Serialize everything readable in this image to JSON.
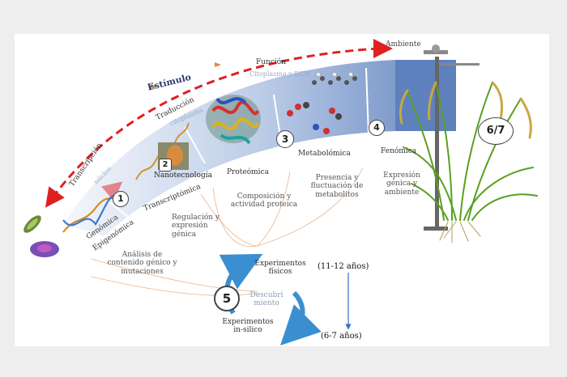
{
  "labels": {
    "ambiente": "Ambiente",
    "estimulo": "Estímulo",
    "funcion": "Función",
    "citoplasma_ecm": "Citoplasma y ECM",
    "traduccion": "Traducción",
    "citoplasma": "citoplasma",
    "transcripcion": "Transcripción",
    "nucleo": "núcleo",
    "nanotecnologia": "Nanotecnología",
    "transcriptomica": "Transcriptómica",
    "genomica": "Genómica",
    "epigenomica": "Epigenómica",
    "proteomica": "Proteómica",
    "metabolomica": "Metabolómica",
    "fenomica": "Fenómica",
    "desc_genomica_1": "Análisis de",
    "desc_genomica_2": "contenido génico y",
    "desc_genomica_3": "mutaciones",
    "desc_transcript_1": "Regulación y",
    "desc_transcript_2": "expresión",
    "desc_transcript_3": "génica",
    "desc_proteo_1": "Composición y",
    "desc_proteo_2": "actividad proteica",
    "desc_metab_1": "Presencia y",
    "desc_metab_2": "fluctuación de",
    "desc_metab_3": "metabolitos",
    "desc_feno_1": "Expresión",
    "desc_feno_2": "génica y",
    "desc_feno_3": "ambiente",
    "exp_fisicos_1": "Experimentos",
    "exp_fisicos_2": "físicos",
    "exp_insilico_1": "Experimentos",
    "exp_insilico_2": "in-silico",
    "descubrimiento_1": "Descubri",
    "descubrimiento_2": "miento",
    "anos_11_12": "(11-12 años)",
    "anos_6_7": "(6-7 años)"
  },
  "numbers": {
    "n1": "1",
    "n2": "2",
    "n3": "3",
    "n4": "4",
    "n5": "5",
    "n67": "6/7"
  },
  "colors": {
    "arrow_red": "#e02020",
    "band_blue": "#6e8fc4",
    "band_light": "#dfe7f3",
    "cycle_blue": "#3a8fd0",
    "orange_line": "#e3a070",
    "gray_text": "#8a9bb8"
  }
}
